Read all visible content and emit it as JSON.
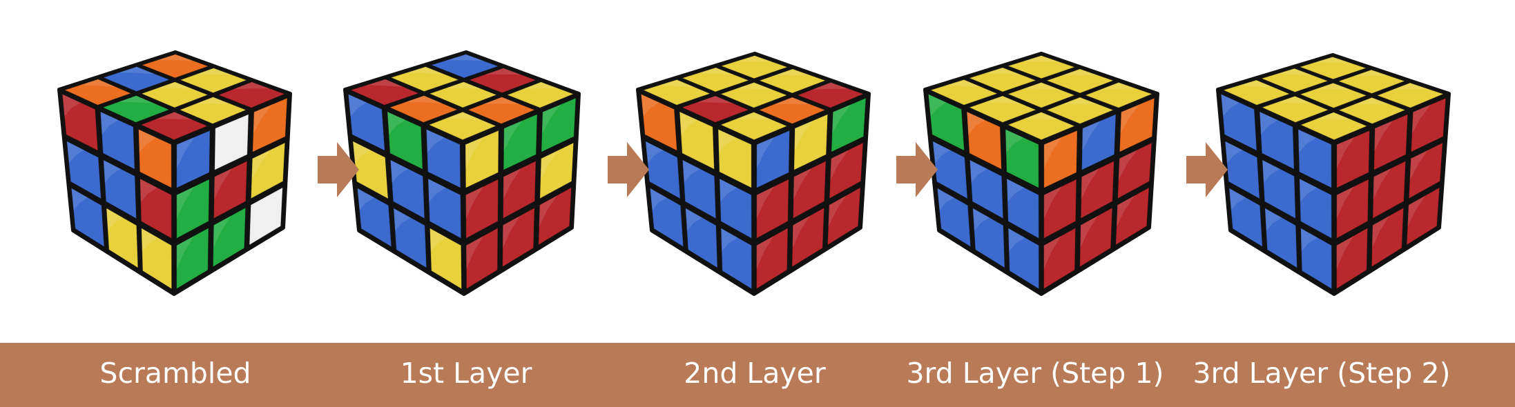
{
  "colors": {
    "band": "#B87A57",
    "arrow": "#B87A57",
    "cube_body": "#111111",
    "Y": "#E8D13D",
    "R": "#B8282D",
    "B": "#3C6ACE",
    "G": "#23AE43",
    "O": "#EB6E21",
    "W": "#F0F0F0"
  },
  "cubes": [
    {
      "label": "Scrambled",
      "top": [
        [
          "O",
          "B",
          "O"
        ],
        [
          "Y",
          "Y",
          "G"
        ],
        [
          "R",
          "Y",
          "R"
        ]
      ],
      "left": [
        [
          "R",
          "B",
          "O"
        ],
        [
          "B",
          "B",
          "R"
        ],
        [
          "B",
          "Y",
          "Y"
        ]
      ],
      "right": [
        [
          "B",
          "W",
          "O"
        ],
        [
          "G",
          "R",
          "Y"
        ],
        [
          "G",
          "G",
          "W"
        ]
      ]
    },
    {
      "label": "1st Layer",
      "top": [
        [
          "B",
          "Y",
          "R"
        ],
        [
          "R",
          "Y",
          "O"
        ],
        [
          "Y",
          "O",
          "Y"
        ]
      ],
      "left": [
        [
          "B",
          "G",
          "B"
        ],
        [
          "Y",
          "B",
          "B"
        ],
        [
          "B",
          "B",
          "Y"
        ]
      ],
      "right": [
        [
          "Y",
          "G",
          "G"
        ],
        [
          "R",
          "R",
          "Y"
        ],
        [
          "R",
          "R",
          "R"
        ]
      ]
    },
    {
      "label": "2nd Layer",
      "top": [
        [
          "Y",
          "Y",
          "Y"
        ],
        [
          "Y",
          "Y",
          "R"
        ],
        [
          "R",
          "O",
          "Y"
        ]
      ],
      "left": [
        [
          "O",
          "Y",
          "Y"
        ],
        [
          "B",
          "B",
          "B"
        ],
        [
          "B",
          "B",
          "B"
        ]
      ],
      "right": [
        [
          "B",
          "Y",
          "G"
        ],
        [
          "R",
          "R",
          "R"
        ],
        [
          "R",
          "R",
          "R"
        ]
      ]
    },
    {
      "label": "3rd Layer (Step 1)",
      "top": [
        [
          "Y",
          "Y",
          "Y"
        ],
        [
          "Y",
          "Y",
          "Y"
        ],
        [
          "Y",
          "Y",
          "Y"
        ]
      ],
      "left": [
        [
          "G",
          "O",
          "G"
        ],
        [
          "B",
          "B",
          "B"
        ],
        [
          "B",
          "B",
          "B"
        ]
      ],
      "right": [
        [
          "O",
          "B",
          "O"
        ],
        [
          "R",
          "R",
          "R"
        ],
        [
          "R",
          "R",
          "R"
        ]
      ]
    },
    {
      "label": "3rd Layer (Step 2)",
      "top": [
        [
          "Y",
          "Y",
          "Y"
        ],
        [
          "Y",
          "Y",
          "Y"
        ],
        [
          "Y",
          "Y",
          "Y"
        ]
      ],
      "left": [
        [
          "B",
          "B",
          "B"
        ],
        [
          "B",
          "B",
          "B"
        ],
        [
          "B",
          "B",
          "B"
        ]
      ],
      "right": [
        [
          "R",
          "R",
          "R"
        ],
        [
          "R",
          "R",
          "R"
        ],
        [
          "R",
          "R",
          "R"
        ]
      ]
    }
  ],
  "icons": {
    "step_arrow": "right-arrow-icon"
  }
}
